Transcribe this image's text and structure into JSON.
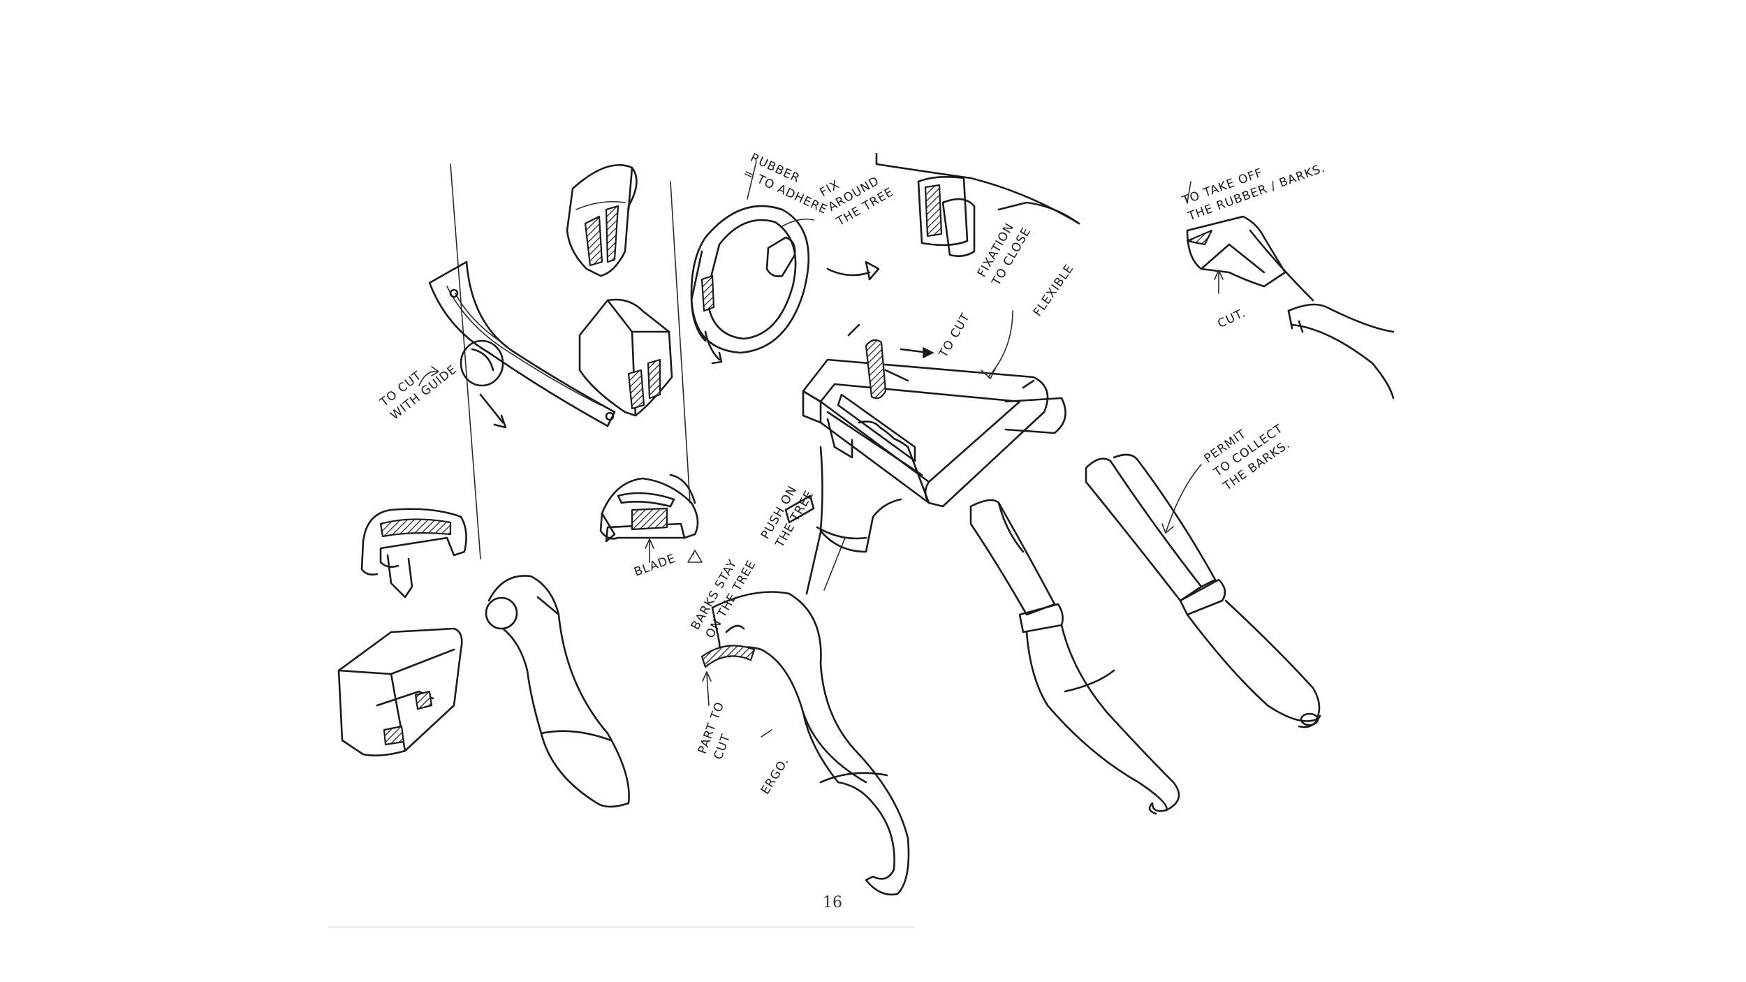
{
  "page_number": "16",
  "annotations": {
    "to_cut_with_guide": "TO CUT\nWITH GUIDE",
    "rubber_to_adhere": "RUBBER\n= TO ADHERE",
    "fix_around_tree": "FIX\nAROUND\nTHE TREE",
    "fixation_to_close": "FIXATION\nTO CLOSE",
    "to_cut_mid": "TO CUT",
    "flexible": "FLEXIBLE",
    "push_on_tree": "PUSH ON\nTHE TREE",
    "blade": "BLADE",
    "warning_mark": "!",
    "barks_stay": "BARKS STAY\nON THE TREE",
    "part_to_cut": "PART TO\nCUT",
    "ergo": "ERGO.",
    "take_off": "TO TAKE OFF\nTHE RUBBER / BARKS.",
    "cut_right": "CUT.",
    "permit_collect": "PERMIT\nTO COLLECT\nTHE BARKS."
  }
}
